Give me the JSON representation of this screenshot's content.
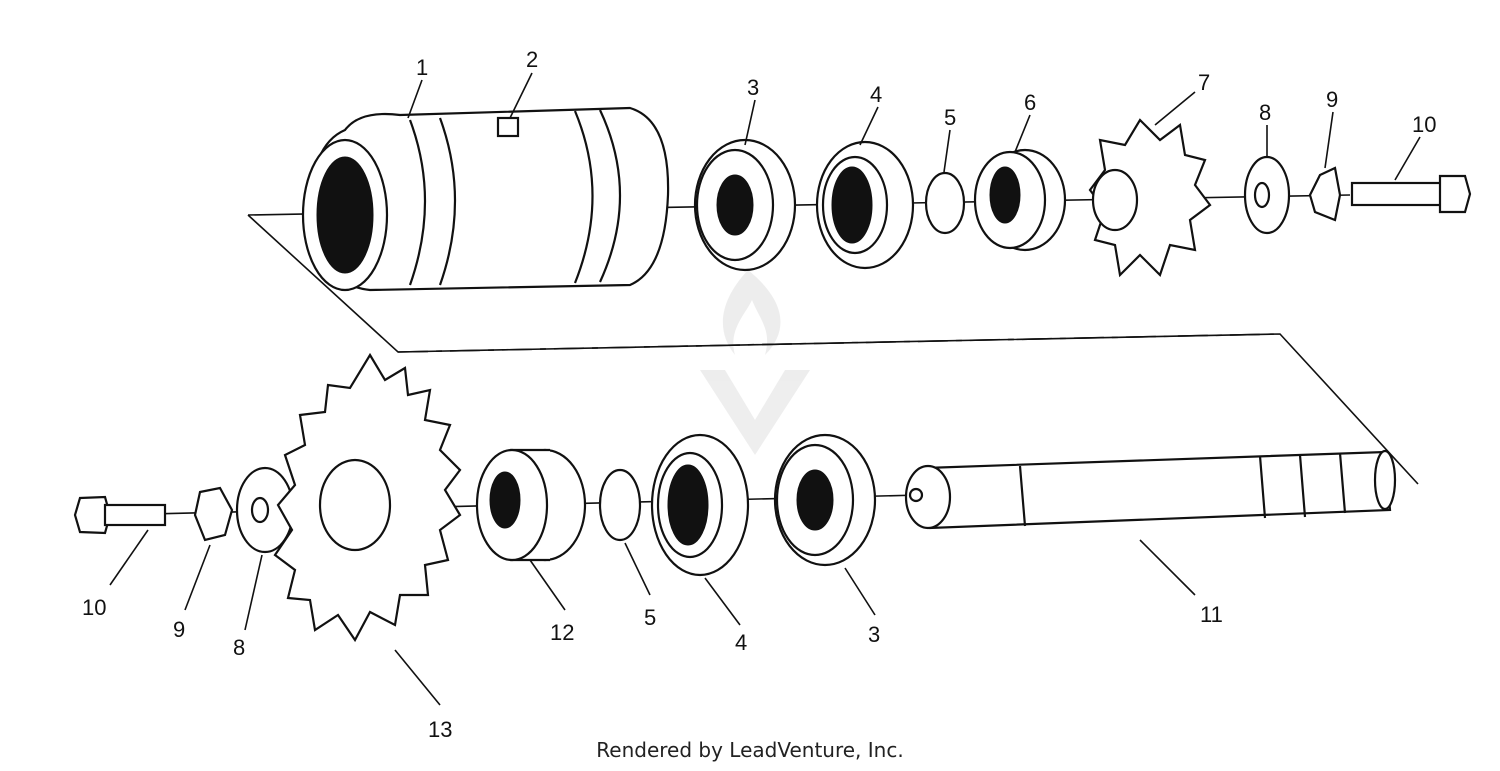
{
  "diagram": {
    "callouts": {
      "top": [
        "1",
        "2",
        "3",
        "4",
        "5",
        "6",
        "7",
        "8",
        "9",
        "10"
      ],
      "bottom": [
        "10",
        "9",
        "8",
        "13",
        "12",
        "5",
        "4",
        "3",
        "11"
      ]
    },
    "watermark_logo": "leadventure-flame-logo",
    "credit": "Rendered by LeadVenture, Inc."
  }
}
